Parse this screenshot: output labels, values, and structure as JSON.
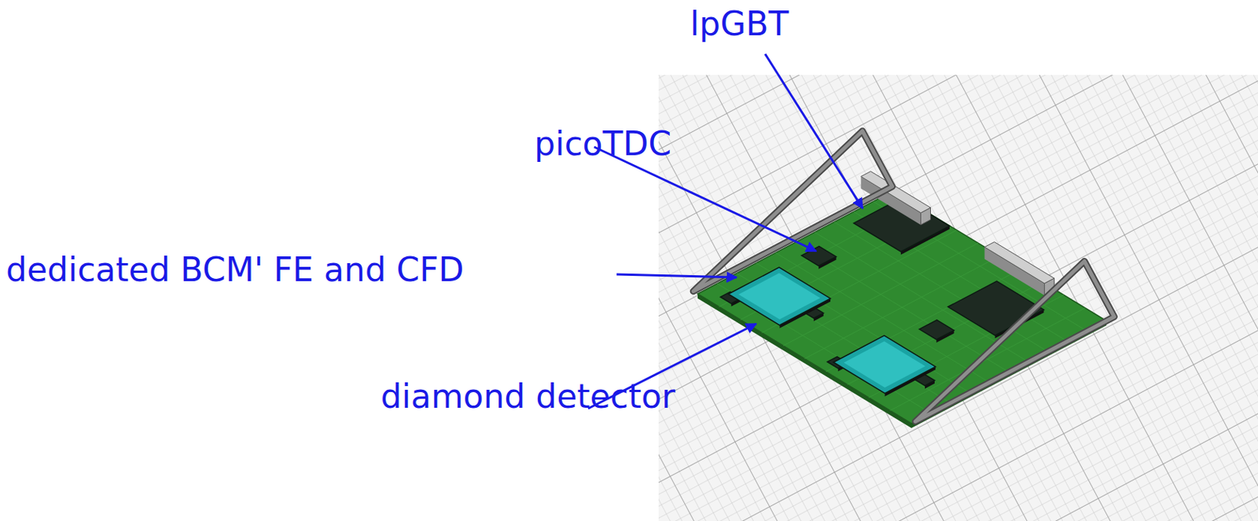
{
  "diagram": {
    "labels": [
      "lpGBT",
      "picoTDC",
      "dedicated BCM' FE and CFD",
      "diamond detector"
    ]
  }
}
